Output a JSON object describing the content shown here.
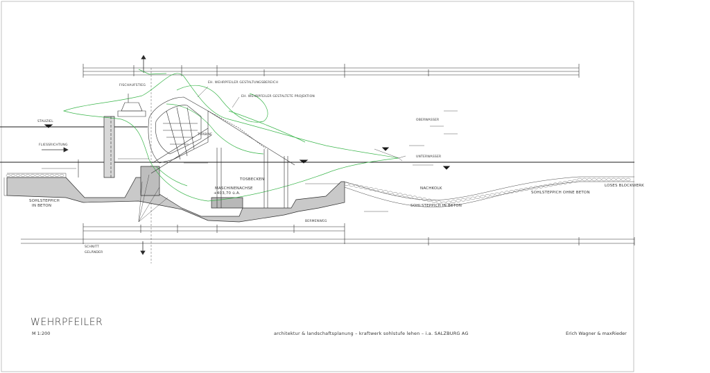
{
  "sheet": {
    "title": "WEHRPFEILER",
    "scale": "M 1:200",
    "project": "architektur & landschaftsplanung – kraftwerk sohlstufe lehen – i.a. SALZBURG AG",
    "authors": "Erich Wagner & maxRieder"
  },
  "labels": {
    "upstream_level": "STAUZIEL",
    "flow_direction": "FLIESSRICHTUNG",
    "fish_pass": "FISCHAUFSTIEG",
    "machine_axis": "MASCHINENACHSE",
    "machine_axis_elev": "+403,70 ü.A.",
    "tosbecken": "TOSBECKEN",
    "nachkolk": "NACHKOLK",
    "sohlsicherung_left": "SOHLSTEPPICH",
    "sohlsicherung_left_2": "IN BETON",
    "sohlsicherung_mid": "SOHLSTEPPICH IN BETON",
    "sohlsicherung_right": "SOHLSTEPPICH OHNE BETON",
    "loose_rock": "LOSES BLOCKWERK",
    "bermenweg": "BERMENWEG",
    "schnitt": "SCHNITT",
    "gelaender": "GELÄNDER",
    "wehrpfeiler_note": "EH. WEHRPFEILER GESTALTUNGSBEREICH",
    "projektion_note": "EH. WEHRPFEILER GESTALTETE PROJEKTION",
    "turbine": "TURBINE",
    "oberwasser": "OBERWASSER",
    "unterwasser": "UNTERWASSER"
  },
  "colors": {
    "line": "#2b2b2b",
    "fill": "#c9c9c9",
    "green": "#39b54a"
  }
}
